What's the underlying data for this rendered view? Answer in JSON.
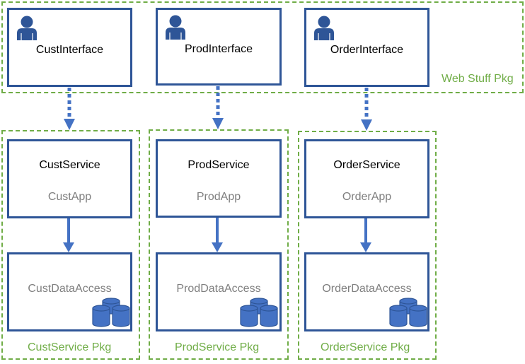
{
  "colors": {
    "package_border": "#70ad47",
    "box_border": "#2e5597",
    "arrow": "#4472c4",
    "label_gray": "#7f7f7f"
  },
  "web_package": {
    "label": "Web Stuff Pkg",
    "interfaces": [
      {
        "name": "CustInterface",
        "icon": "user-icon"
      },
      {
        "name": "ProdInterface",
        "icon": "user-icon"
      },
      {
        "name": "OrderInterface",
        "icon": "user-icon"
      }
    ]
  },
  "service_packages": [
    {
      "label": "CustService Pkg",
      "service": "CustService",
      "app": "CustApp",
      "data_access": "CustDataAccess",
      "icon": "database-icon"
    },
    {
      "label": "ProdService Pkg",
      "service": "ProdService",
      "app": "ProdApp",
      "data_access": "ProdDataAccess",
      "icon": "database-icon"
    },
    {
      "label": "OrderService Pkg",
      "service": "OrderService",
      "app": "OrderApp",
      "data_access": "OrderDataAccess",
      "icon": "database-icon"
    }
  ]
}
